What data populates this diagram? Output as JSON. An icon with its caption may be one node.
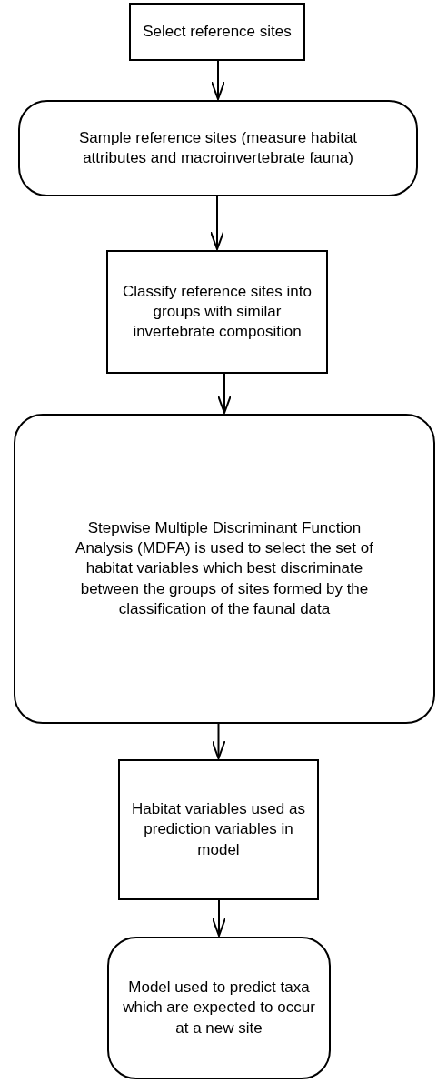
{
  "diagram": {
    "nodes": [
      {
        "text": [
          "Select reference sites"
        ]
      },
      {
        "text": [
          "Sample reference sites (measure habitat attributes and macroinvertebrate fauna)"
        ]
      },
      {
        "text": [
          "Classify reference sites into groups with similar invertebrate composition"
        ]
      },
      {
        "text": [
          "Stepwise Multiple Discriminant Function Analysis (MDFA) is used to select the set of habitat variables which best discriminate between the groups of sites formed by the classification of the faunal data"
        ]
      },
      {
        "text": [
          "Habitat variables used as prediction variables in model"
        ]
      },
      {
        "text": [
          "Model used to predict taxa which are expected to occur at a new site"
        ]
      }
    ],
    "edges": [
      {
        "from": 0,
        "to": 1,
        "arrow": "to"
      },
      {
        "from": 1,
        "to": 2,
        "arrow": "to"
      },
      {
        "from": 2,
        "to": 3,
        "arrow": "to"
      },
      {
        "from": 3,
        "to": 4,
        "arrow": "to"
      },
      {
        "from": 4,
        "to": 5,
        "arrow": "to"
      }
    ]
  }
}
